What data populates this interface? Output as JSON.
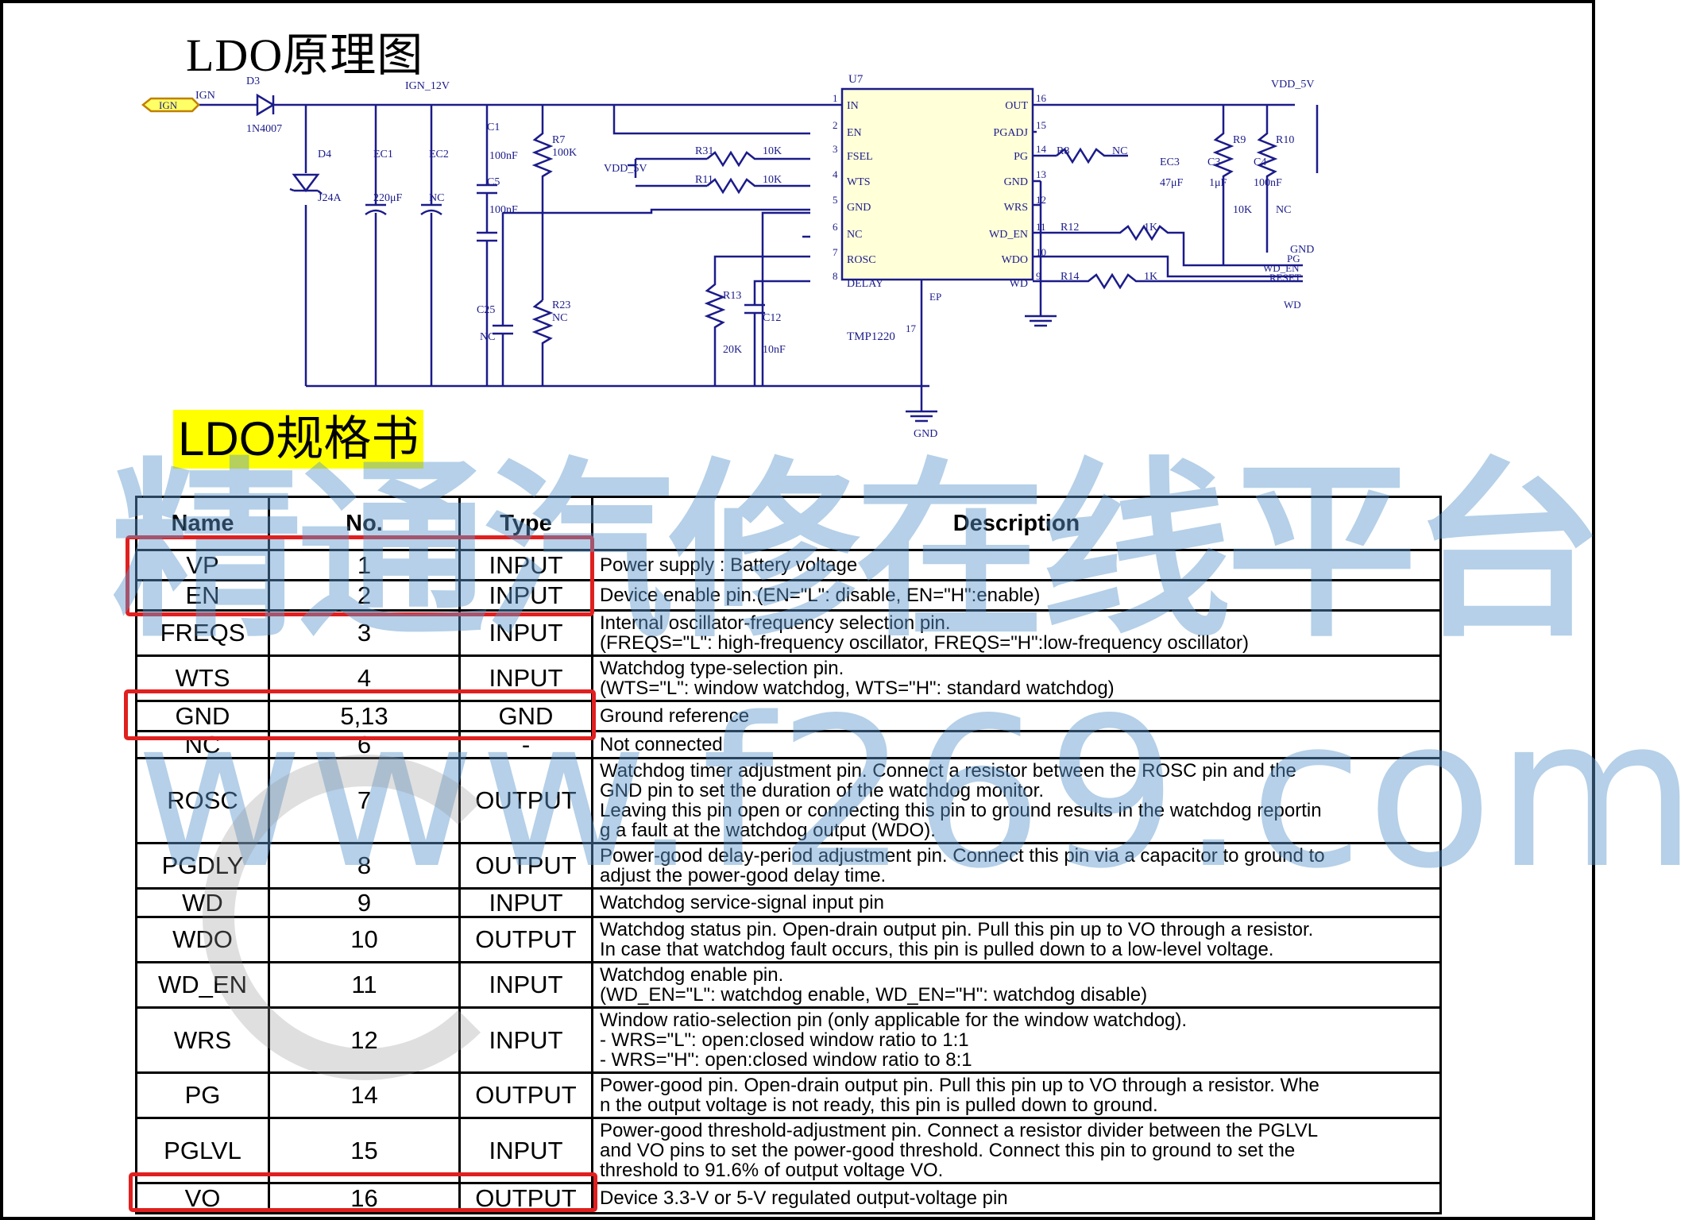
{
  "page": {
    "title": "LDO原理图",
    "spec_title": "LDO规格书",
    "watermark_text": "精通汽修在线平台",
    "watermark_url": "www.f269.com"
  },
  "schematic": {
    "chip_ref": "U7",
    "chip_part": "TMP1220",
    "chip_left_pins": [
      {
        "num": "1",
        "name": "IN"
      },
      {
        "num": "2",
        "name": "EN"
      },
      {
        "num": "3",
        "name": "FSEL"
      },
      {
        "num": "4",
        "name": "WTS"
      },
      {
        "num": "5",
        "name": "GND"
      },
      {
        "num": "6",
        "name": "NC"
      },
      {
        "num": "7",
        "name": "ROSC"
      },
      {
        "num": "8",
        "name": "DELAY"
      }
    ],
    "chip_right_pins": [
      {
        "num": "16",
        "name": "OUT"
      },
      {
        "num": "15",
        "name": "PGADJ"
      },
      {
        "num": "14",
        "name": "PG"
      },
      {
        "num": "13",
        "name": "GND"
      },
      {
        "num": "12",
        "name": "WRS"
      },
      {
        "num": "11",
        "name": "WD_EN"
      },
      {
        "num": "10",
        "name": "WDO"
      },
      {
        "num": "9",
        "name": "WD"
      }
    ],
    "chip_ep": "EP",
    "chip_ep_num": "17",
    "ign_flag": "IGN",
    "ign_net": "IGN",
    "ign12_net": "IGN_12V",
    "vdd5_net": "VDD_5V",
    "vdd5_left_net": "VDD_5V",
    "gnd_label": "GND",
    "gnd_right_label": "GND",
    "components": {
      "d3": "D3",
      "d3_val": "1N4007",
      "d4": "D4",
      "d4_val": "J24A",
      "ec1": "EC1",
      "ec1_val": "220μF",
      "ec2": "EC2",
      "ec2_val": "NC",
      "c1": "C1",
      "c1_val": "100nF",
      "c5": "C5",
      "c5_val": "100nF",
      "r7": "R7",
      "r7_val": "100K",
      "c25": "C25",
      "c25_val": "NC",
      "r23": "R23",
      "r23_val": "NC",
      "r31": "R31",
      "r31_val": "10K",
      "r11": "R11",
      "r11_val": "10K",
      "r13": "R13",
      "r13_val": "20K",
      "c12": "C12",
      "c12_val": "10nF",
      "r8": "R8",
      "r8_val": "NC",
      "r9": "R9",
      "r9_val": "10K",
      "r10": "R10",
      "r10_val": "NC",
      "r12": "R12",
      "r12_val": "1K",
      "r14": "R14",
      "r14_val": "1K",
      "ec3": "EC3",
      "ec3_val": "47μF",
      "c3": "C3",
      "c3_val": "1μF",
      "c4": "C4",
      "c4_val": "100nF"
    },
    "out_nets": [
      "PG",
      "WD_EN",
      "RESET",
      "WD"
    ]
  },
  "table": {
    "headers": [
      "Name",
      "No.",
      "Type",
      "Description"
    ],
    "rows": [
      {
        "name": "VP",
        "no": "1",
        "type": "INPUT",
        "desc": "Power supply : Battery voltage"
      },
      {
        "name": "EN",
        "no": "2",
        "type": "INPUT",
        "desc": "Device enable pin.(EN=\"L\": disable, EN=\"H\":enable)"
      },
      {
        "name": "FREQS",
        "no": "3",
        "type": "INPUT",
        "desc": "Internal oscillator-frequency selection pin.\n(FREQS=\"L\": high-frequency oscillator, FREQS=\"H\":low-frequency oscillator)"
      },
      {
        "name": "WTS",
        "no": "4",
        "type": "INPUT",
        "desc": "Watchdog type-selection pin.\n(WTS=\"L\": window watchdog, WTS=\"H\": standard watchdog)"
      },
      {
        "name": "GND",
        "no": "5,13",
        "type": "GND",
        "desc": "Ground reference"
      },
      {
        "name": "NC",
        "no": "6",
        "type": "-",
        "desc": "Not connected"
      },
      {
        "name": "ROSC",
        "no": "7",
        "type": "OUTPUT",
        "desc": "Watchdog timer adjustment pin. Connect a resistor between the ROSC pin and the\nGND pin to set the duration of the watchdog monitor.\nLeaving this pin open or connecting this pin to ground results in the watchdog reportin\ng a fault at the watchdog output (WDO)."
      },
      {
        "name": "PGDLY",
        "no": "8",
        "type": "OUTPUT",
        "desc": "Power-good delay-period adjustment pin. Connect this pin via a capacitor to ground to\nadjust the power-good delay time."
      },
      {
        "name": "WD",
        "no": "9",
        "type": "INPUT",
        "desc": "Watchdog service-signal input pin"
      },
      {
        "name": "WDO",
        "no": "10",
        "type": "OUTPUT",
        "desc": "Watchdog status pin. Open-drain output pin. Pull this pin up to VO through a resistor.\nIn case that watchdog fault occurs, this pin is pulled down to a low-level voltage."
      },
      {
        "name": "WD_EN",
        "no": "11",
        "type": "INPUT",
        "desc": "Watchdog enable pin.\n(WD_EN=\"L\": watchdog enable, WD_EN=\"H\": watchdog disable)"
      },
      {
        "name": "WRS",
        "no": "12",
        "type": "INPUT",
        "desc": "Window ratio-selection pin (only applicable for the window watchdog).\n- WRS=\"L\": open:closed window ratio to 1:1\n- WRS=\"H\": open:closed window ratio to 8:1"
      },
      {
        "name": "PG",
        "no": "14",
        "type": "OUTPUT",
        "desc": "Power-good pin. Open-drain output pin. Pull this pin up to VO  through a resistor. Whe\nn the output voltage is not ready, this pin is pulled down to ground."
      },
      {
        "name": "PGLVL",
        "no": "15",
        "type": "INPUT",
        "desc": "Power-good threshold-adjustment pin. Connect a resistor divider between the PGLVL\nand VO pins to set the power-good threshold. Connect this pin to ground to set the\nthreshold to 91.6% of output voltage VO."
      },
      {
        "name": "VO",
        "no": "16",
        "type": "OUTPUT",
        "desc": "Device 3.3-V or 5-V regulated output-voltage pin"
      }
    ]
  },
  "colors": {
    "highlight_box": "#e02020",
    "title_highlight": "#ffff00",
    "chip_fill": "#ffffd8",
    "wire": "#1b1b8a",
    "watermark": "#5a96cd"
  }
}
